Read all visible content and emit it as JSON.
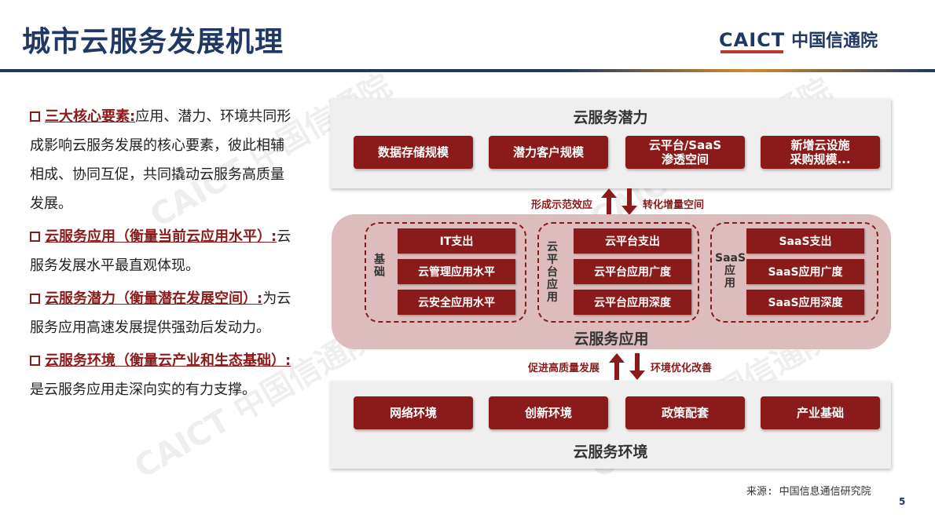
{
  "slide": {
    "title": "城市云服务发展机理",
    "logo_text": "CAICT",
    "logo_cn": "中国信通院",
    "watermark": "CAICT 中国信通院",
    "source": "来源: 中国信息通信研究院",
    "page_number": "5"
  },
  "left": {
    "bullets": [
      {
        "head": "三大核心要素:",
        "body": "应用、潜力、环境共同形成影响云服务发展的核心要素，彼此相辅相成、协同互促，共同撬动云服务高质量发展。"
      },
      {
        "head": "云服务应用（衡量当前云应用水平）:",
        "body": "云服务发展水平最直观体现。"
      },
      {
        "head": "云服务潜力（衡量潜在发展空间）:",
        "body": "为云服务应用高速发展提供强劲后发动力。"
      },
      {
        "head": "云服务环境（衡量云产业和生态基础）:",
        "body": "是云服务应用走深向实的有力支撑。"
      }
    ]
  },
  "diagram": {
    "potential": {
      "title": "云服务潜力",
      "items": [
        "数据存储规模",
        "潜力客户规模",
        "云平台/SaaS\n渗透空间",
        "新增云设施\n采购规模..."
      ]
    },
    "arrows_top": {
      "up_label": "形成示范效应",
      "down_label": "转化增量空间"
    },
    "application": {
      "title": "云服务应用",
      "groups": [
        {
          "label": "基\n础",
          "items": [
            "IT支出",
            "云管理应用水平",
            "云安全应用水平"
          ]
        },
        {
          "label": "云\n平\n台\n应\n用",
          "items": [
            "云平台支出",
            "云平台应用广度",
            "云平台应用深度"
          ]
        },
        {
          "label": "SaaS\n应\n用",
          "items": [
            "SaaS支出",
            "SaaS应用广度",
            "SaaS应用深度"
          ]
        }
      ]
    },
    "arrows_bottom": {
      "up_label": "促进高质量发展",
      "down_label": "环境优化改善"
    },
    "environment": {
      "title": "云服务环境",
      "items": [
        "网络环境",
        "创新环境",
        "政策配套",
        "产业基础"
      ]
    }
  },
  "colors": {
    "title": "#1f3864",
    "accent": "#8b1a1a",
    "mid_bg": "#dcbcbc",
    "panel_bg": "#f0efef"
  }
}
